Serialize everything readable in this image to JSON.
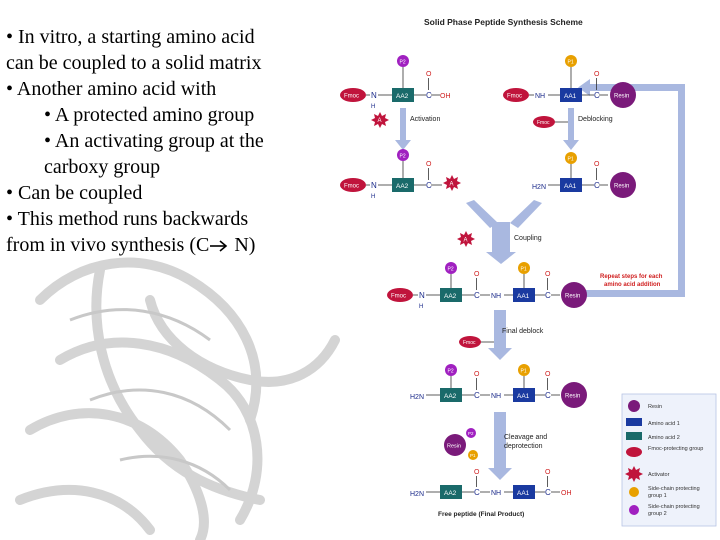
{
  "bullets": {
    "b1_l1": "• In vitro, a starting amino acid",
    "b1_l2": "can be coupled to a solid matrix",
    "b2": "• Another amino acid with",
    "b2a": "• A protected amino group",
    "b2b_l1": "• An activating group at the",
    "b2b_l2": "carboxy group",
    "b3": "• Can be coupled",
    "b4_l1": "• This method runs backwards",
    "b4_l2a": "from in vivo synthesis (C",
    "b4_l2b": " N)"
  },
  "diagram": {
    "title": "Solid Phase Peptide Synthesis Scheme",
    "labels": {
      "fmoc": "Fmoc",
      "resin": "Resin",
      "aa1": "AA1",
      "aa2": "AA2",
      "p1": "P1",
      "p2": "P2",
      "a": "A",
      "n": "N",
      "h": "H",
      "c": "C",
      "o": "O",
      "oh": "OH",
      "nh": "NH",
      "h2n": "H2N"
    },
    "steps": {
      "activation": "Activation",
      "deblocking": "Deblocking",
      "coupling": "Coupling",
      "final_deblock": "Final deblock",
      "cleavage_l1": "Cleavage and",
      "cleavage_l2": "deprotection",
      "free_peptide": "Free peptide (Final Product)",
      "repeat_l1": "Repeat steps for each",
      "repeat_l2": "amino acid addition"
    },
    "legend": [
      {
        "key": "resin",
        "label": "Resin"
      },
      {
        "key": "aa1",
        "label": "Amino acid 1"
      },
      {
        "key": "aa2",
        "label": "Amino acid 2"
      },
      {
        "key": "fmoc",
        "label": "Fmoc-protecting group"
      },
      {
        "key": "act",
        "label": "Activator"
      },
      {
        "key": "p1",
        "label": "Side-chain protecting group 1"
      },
      {
        "key": "p2",
        "label": "Side-chain protecting group 2"
      }
    ],
    "colors": {
      "fmoc": "#c0143c",
      "resin": "#7a1a7a",
      "aa1": "#1a3aa0",
      "aa2": "#1a6a6a",
      "p1": "#e8a000",
      "p2": "#a020c0",
      "arrow": "#a9b8e0",
      "repeat": "#d02020"
    }
  }
}
